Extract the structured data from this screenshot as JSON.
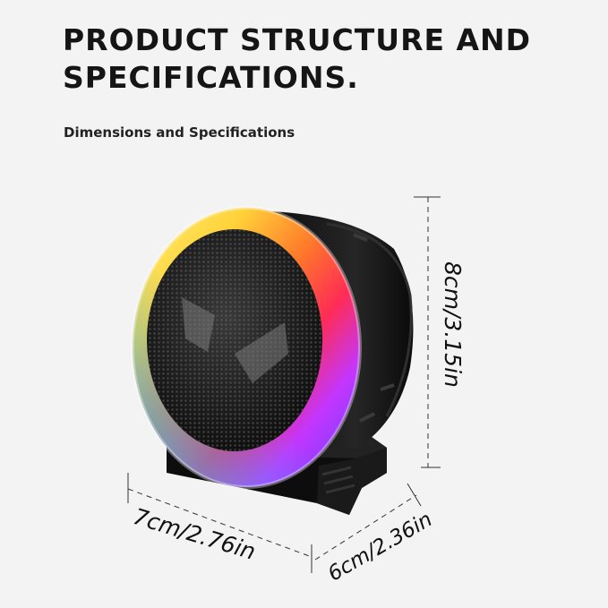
{
  "header": {
    "title": "PRODUCT STRUCTURE AND SPECIFICATIONS.",
    "subtitle": "Dimensions and Specifications"
  },
  "dimensions": {
    "height": "8cm/3.15in",
    "width": "7cm/2.76in",
    "depth": "6cm/2.36in"
  },
  "colors": {
    "background": "#f3f3f3",
    "body": "#151515",
    "ring": [
      "#ffe43a",
      "#ff8a1f",
      "#ff2c4e",
      "#c236ff",
      "#5b44ff",
      "#2fb4ff"
    ]
  }
}
